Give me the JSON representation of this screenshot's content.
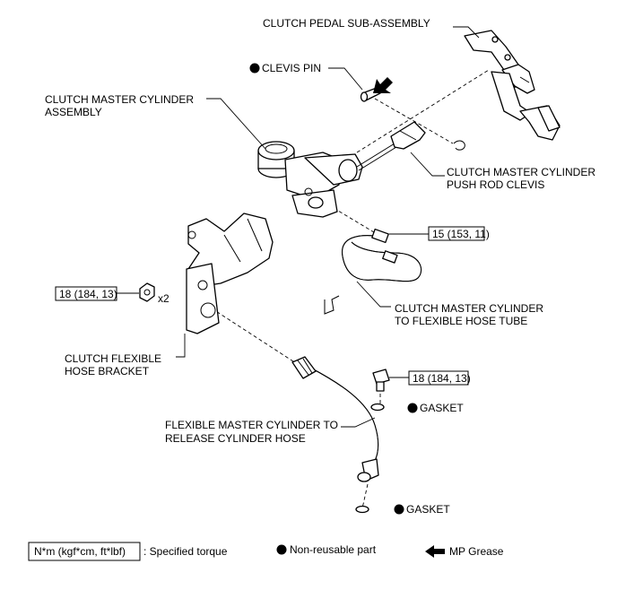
{
  "labels": {
    "clutch_pedal": "CLUTCH PEDAL SUB-ASSEMBLY",
    "clevis_pin": "CLEVIS PIN",
    "master_cyl_1": "CLUTCH MASTER CYLINDER",
    "master_cyl_2": "ASSEMBLY",
    "push_rod_1": "CLUTCH MASTER CYLINDER",
    "push_rod_2": "PUSH ROD CLEVIS",
    "tube_1": "CLUTCH MASTER CYLINDER",
    "tube_2": "TO FLEXIBLE HOSE TUBE",
    "bracket_1": "CLUTCH FLEXIBLE",
    "bracket_2": "HOSE BRACKET",
    "hose_1": "FLEXIBLE MASTER CYLINDER TO",
    "hose_2": "RELEASE CYLINDER HOSE",
    "gasket_upper": "GASKET",
    "gasket_lower": "GASKET",
    "qty_x2": "x2"
  },
  "torques": {
    "tube": "15 (153, 11)",
    "bracket_nut": "18 (184, 13)",
    "union_bolt": "18 (184, 13)"
  },
  "legend": {
    "torque_box": "N*m (kgf*cm, ft*lbf)",
    "torque_text": ": Specified torque",
    "nonreusable_text": "Non-reusable part",
    "grease_text": "MP Grease"
  }
}
